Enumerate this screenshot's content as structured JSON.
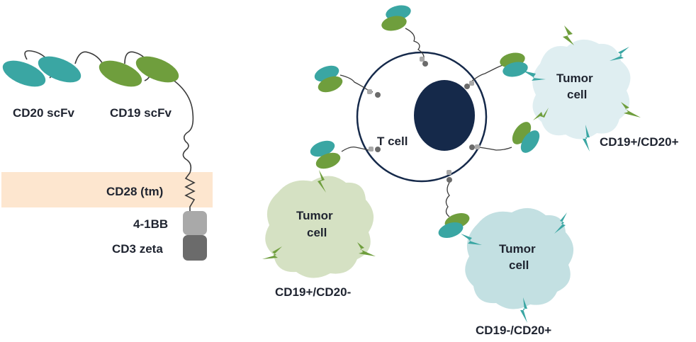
{
  "construct": {
    "cd20_label": "CD20 scFv",
    "cd19_label": "CD19 scFv",
    "tm_label": "CD28 (tm)",
    "costim_label": "4-1BB",
    "cd3_label": "CD3 zeta"
  },
  "cells": {
    "t_cell_label": "T cell",
    "tumor_label_line1": "Tumor",
    "tumor_label_line2": "cell",
    "tumor_top_right_phenotype": "CD19+/CD20+",
    "tumor_left_phenotype": "CD19+/CD20-",
    "tumor_bottom_phenotype": "CD19-/CD20+"
  },
  "colors": {
    "teal": "#3aa6a3",
    "green": "#6f9e3d",
    "tm_band": "#fde6cf",
    "bb_box": "#a9a9a9",
    "zeta_box": "#6b6b6b",
    "nucleus": "#15294a",
    "tumor_green": "#d5e1c3",
    "tumor_teal_light": "#dfeef1",
    "tumor_teal": "#c3e0e2"
  }
}
